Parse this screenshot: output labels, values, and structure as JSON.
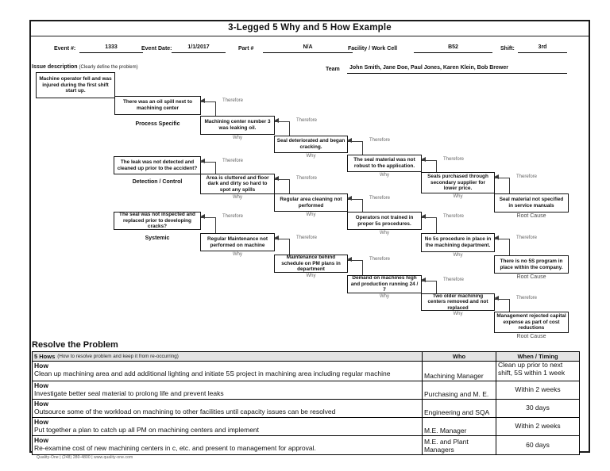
{
  "title": "3-Legged 5 Why and 5 How Example",
  "header": {
    "fields": [
      {
        "label": "Event #:",
        "value": "1333"
      },
      {
        "label": "Event Date:",
        "value": "1/1/2017"
      },
      {
        "label": "Part #",
        "value": "N/A"
      },
      {
        "label": "Facility / Work Cell",
        "value": "B52"
      },
      {
        "label": "Shift:",
        "value": "3rd"
      }
    ],
    "issue_label": "Issue description",
    "issue_hint": "(Clearly define the problem)",
    "team_label": "Team",
    "team_value": "John Smith, Jane Doe, Paul Jones, Karen Klein, Bob Brewer"
  },
  "labels": {
    "therefore": "Therefore",
    "why": "Why",
    "root_cause": "Root Cause"
  },
  "diagram": {
    "issue_box": "Machine operator fell and was injured during the first shift start up.",
    "legs": [
      {
        "name": "Process Specific",
        "boxes": [
          "There was an oil spill next to machining center",
          "Machining center number 3 was leaking oil.",
          "Seal deteriorated and began cracking.",
          "The seal material was not robust to the application.",
          "Seals purchased through secondary supplier for lower price.",
          "Seal material not specified in service manuals"
        ]
      },
      {
        "name": "Detection / Control",
        "boxes": [
          "The leak was not detected and cleaned up prior to the accident?",
          "Area is cluttered and floor dark and dirty so hard to spot any spills",
          "Regular area cleaning not performed",
          "Operators not trained in proper 5s procedures.",
          "No 5s procedure in place in the machining department.",
          "There is no 5S program in place within the company."
        ]
      },
      {
        "name": "Systemic",
        "boxes": [
          "The seal was not inspected and replaced prior to developing cracks?",
          "Regular Maintenance not performed on machine",
          "Maintenance behind schedule on PM plans in department",
          "Demand on machines high and production running 24 / 7",
          "Two older machining centers removed and not replaced",
          "Management rejected capital expense as part of cost reductions"
        ]
      }
    ]
  },
  "resolve": {
    "heading": "Resolve the Problem",
    "hows_header": "5 Hows",
    "hows_note": "(How to resolve problem and keep it from re-occurring)",
    "who_header": "Who",
    "when_header": "When / Timing",
    "how_label": "How",
    "rows": [
      {
        "how": "Clean up machining area and add additional lighting and initiate 5S project in machining area including regular machine",
        "who": "Machining Manager",
        "when": "Clean up prior to next shift, 5S within 1 week"
      },
      {
        "how": "Investigate better seal material to prolong life and prevent leaks",
        "who": "Purchasing and M. E.",
        "when": "Within 2 weeks"
      },
      {
        "how": "Outsource some of the workload on machining to other facilities until capacity issues can be resolved",
        "who": "Engineering and SQA",
        "when": "30 days"
      },
      {
        "how": "Put together a plan to catch up all PM on machining centers and implement",
        "who": "M.E. Manager",
        "when": "Within 2 weeks"
      },
      {
        "how": "Re-examine cost of new machining centers in c, etc. and present to management for approval.",
        "who": "M.E. and Plant Managers",
        "when": "60 days"
      }
    ]
  },
  "footer": "Quality-One | (248) 280-4800 | www.quality-one.com"
}
